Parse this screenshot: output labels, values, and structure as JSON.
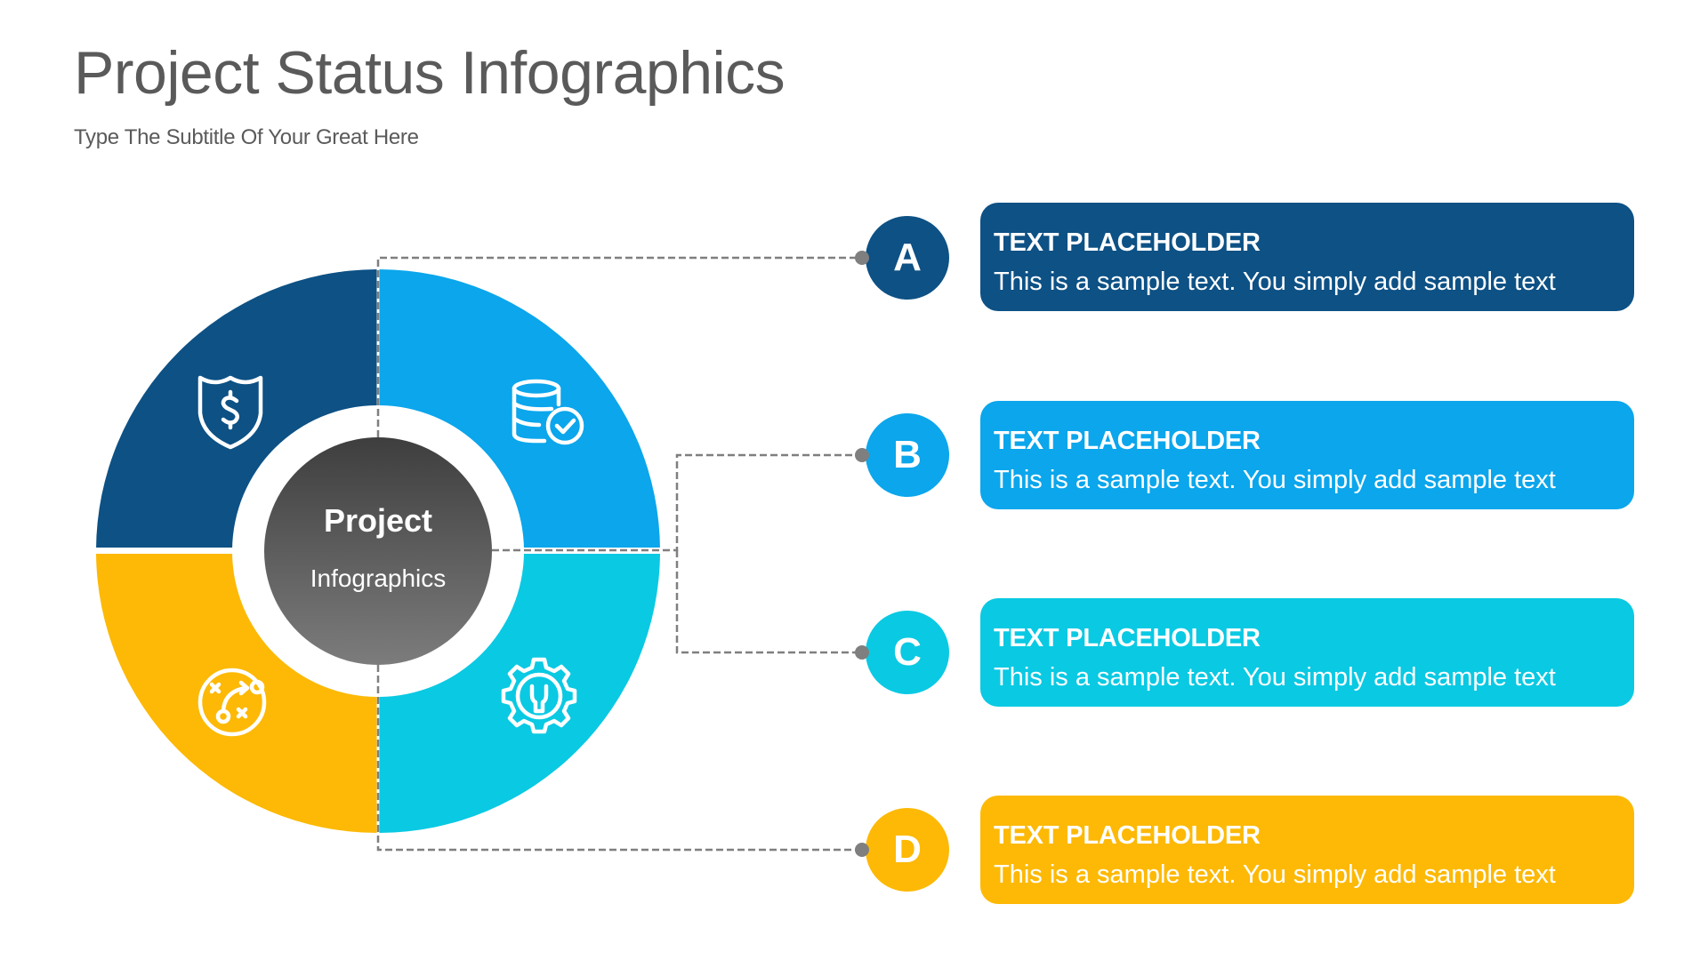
{
  "header": {
    "title": "Project Status Infographics",
    "subtitle": "Type The Subtitle Of Your Great Here"
  },
  "center": {
    "title": "Project",
    "subtitle": "Infographics"
  },
  "colors": {
    "a": "#0d5185",
    "b": "#0ba6ec",
    "c": "#0ac9e3",
    "d": "#fdb906",
    "center_top": "#3e3e3e",
    "center_bottom": "#7c7c7c",
    "connector": "#7f7f7f",
    "text": "#5a5a5a"
  },
  "segments": [
    {
      "position": "top-left",
      "color": "#0d5185",
      "icon": "shield-dollar-icon"
    },
    {
      "position": "top-right",
      "color": "#0ba6ec",
      "icon": "database-check-icon"
    },
    {
      "position": "bottom-right",
      "color": "#0ac9e3",
      "icon": "gear-wrench-icon"
    },
    {
      "position": "bottom-left",
      "color": "#fdb906",
      "icon": "strategy-play-icon"
    }
  ],
  "items": [
    {
      "letter": "A",
      "heading": "TEXT PLACEHOLDER",
      "body": "This is a sample text. You simply add sample text",
      "color": "#0d5185"
    },
    {
      "letter": "B",
      "heading": "TEXT PLACEHOLDER",
      "body": "This is a sample text. You simply add sample text",
      "color": "#0ba6ec"
    },
    {
      "letter": "C",
      "heading": "TEXT PLACEHOLDER",
      "body": "This is a sample text. You simply add sample text",
      "color": "#0ac9e3"
    },
    {
      "letter": "D",
      "heading": "TEXT PLACEHOLDER",
      "body": "This is a sample text. You simply add sample text",
      "color": "#fdb906"
    }
  ]
}
